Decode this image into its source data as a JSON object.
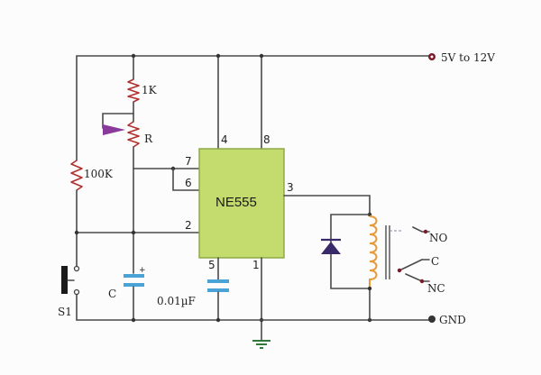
{
  "supply_label": "5V to 12V",
  "ground_label": "GND",
  "ic": {
    "name": "NE555",
    "pins": {
      "p4": "4",
      "p8": "8",
      "p7": "7",
      "p6": "6",
      "p2": "2",
      "p3": "3",
      "p5": "5",
      "p1": "1"
    }
  },
  "components": {
    "r1": "1K",
    "pot": "R",
    "r2": "100K",
    "cap_timing": "C",
    "cap_control": "0.01µF",
    "switch": "S1"
  },
  "relay_contacts": {
    "no": "NO",
    "c": "C",
    "nc": "NC"
  },
  "colors": {
    "ic_fill": "#c4db6e",
    "ic_border": "#8ba642",
    "resistor": "#b0302e",
    "capacitor": "#4aa3d6",
    "diode": "#3a2a6a",
    "relay_coil": "#e69a3a",
    "pot_arrow": "#8a3a9a",
    "terminal": "#7a1a2a",
    "ground": "#2f7a3a"
  }
}
